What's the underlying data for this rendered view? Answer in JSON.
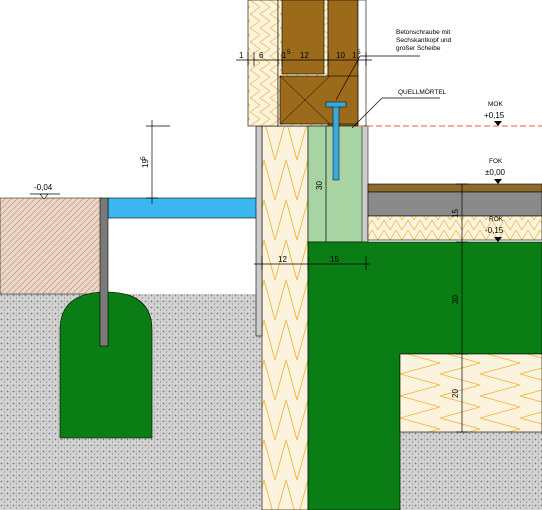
{
  "diagram": {
    "annotation_screw": [
      "Betonschraube mit",
      "Sechskantkopf und",
      "großer Scheibe"
    ],
    "annotation_mortar": "QUELLMÖRTEL",
    "levels": {
      "mok": {
        "name": "MOK",
        "value": "+0,15"
      },
      "fok": {
        "name": "FOK",
        "value": "±0,00"
      },
      "rok": {
        "name": "ROK",
        "value": "-0,15"
      },
      "ground": {
        "value": "-0,04"
      }
    },
    "dims_top": {
      "d1": "1",
      "d2": "6",
      "d3": "1",
      "d3_sup": "5",
      "d4": "12",
      "d5": "10",
      "d6": "1",
      "d6_sup": "5"
    },
    "dims": {
      "gap_v": "19",
      "gap_v_sup": "5",
      "plinth_height": "30",
      "slab_top": "15",
      "slab_mid": "30",
      "slab_bottom": "20",
      "wall_thickness": "12",
      "plinth_width": "15"
    },
    "colors": {
      "concrete": "#0a7e14",
      "plinth": "#a8d3a2",
      "insulation": "#fbf3dd",
      "insulation_line": "#f0b030",
      "gravel": "#c8c8c8",
      "soil": "#e8d0c0",
      "water": "#3cb8f0",
      "timber": "#9b6a1a",
      "screw": "#3aa9e0",
      "screed": "#8c6a2a",
      "blinding": "#8a8a8a",
      "level_line": "#ff5050"
    }
  }
}
